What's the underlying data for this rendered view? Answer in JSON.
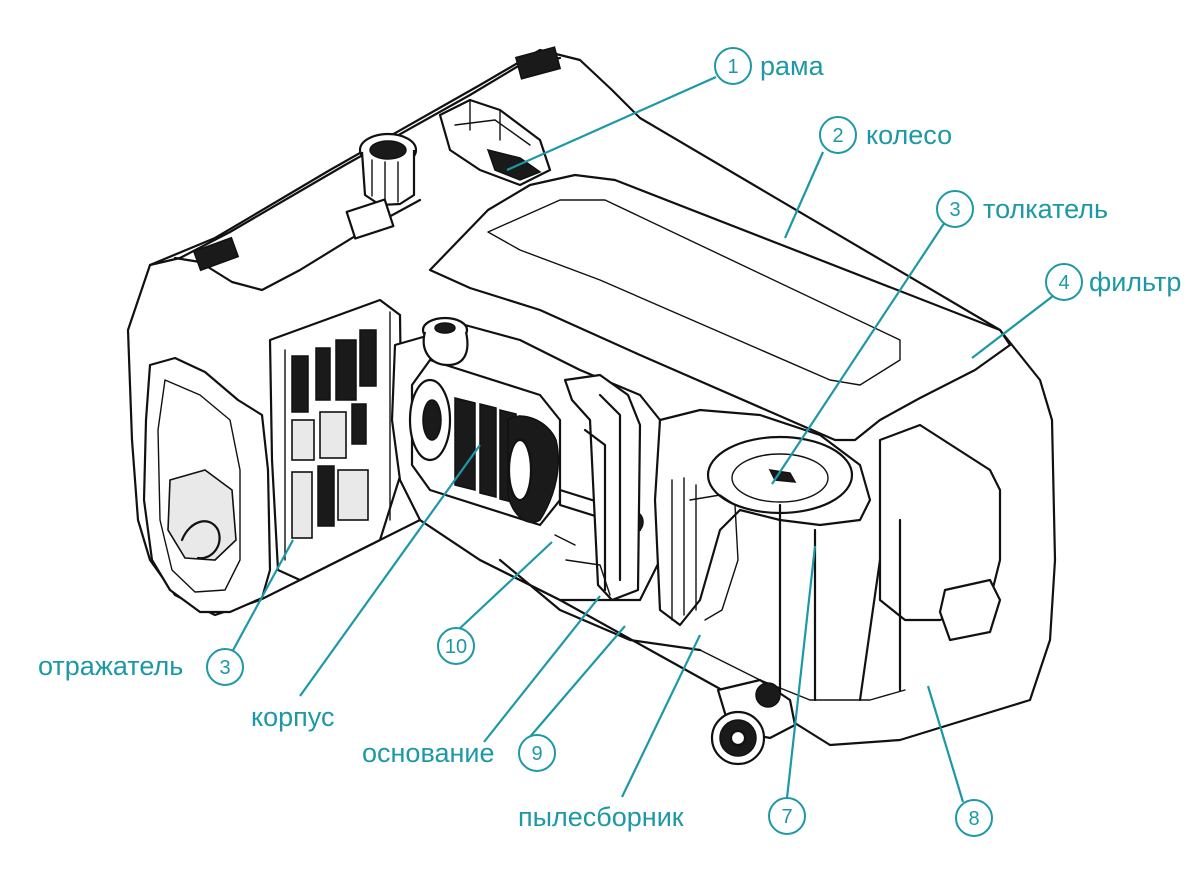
{
  "colors": {
    "accent": "#1d98a6",
    "ink": "#111111",
    "background": "#ffffff"
  },
  "callouts": [
    {
      "id": "frame",
      "number": "1",
      "text": "рама"
    },
    {
      "id": "wheel",
      "number": "2",
      "text": "колесо"
    },
    {
      "id": "pusher",
      "number": "3",
      "text": "толкатель"
    },
    {
      "id": "filter",
      "number": "4",
      "text": "фильтр"
    },
    {
      "id": "reflector",
      "number": "3",
      "text": "отражатель"
    },
    {
      "id": "housing",
      "number": "",
      "text": "корпус"
    },
    {
      "id": "base",
      "number": "9",
      "text": "основание"
    },
    {
      "id": "dust-collector",
      "number": "",
      "text": "пылесборник"
    },
    {
      "id": "part-10",
      "number": "10",
      "text": ""
    },
    {
      "id": "part-7",
      "number": "7",
      "text": ""
    },
    {
      "id": "part-8",
      "number": "8",
      "text": ""
    }
  ]
}
